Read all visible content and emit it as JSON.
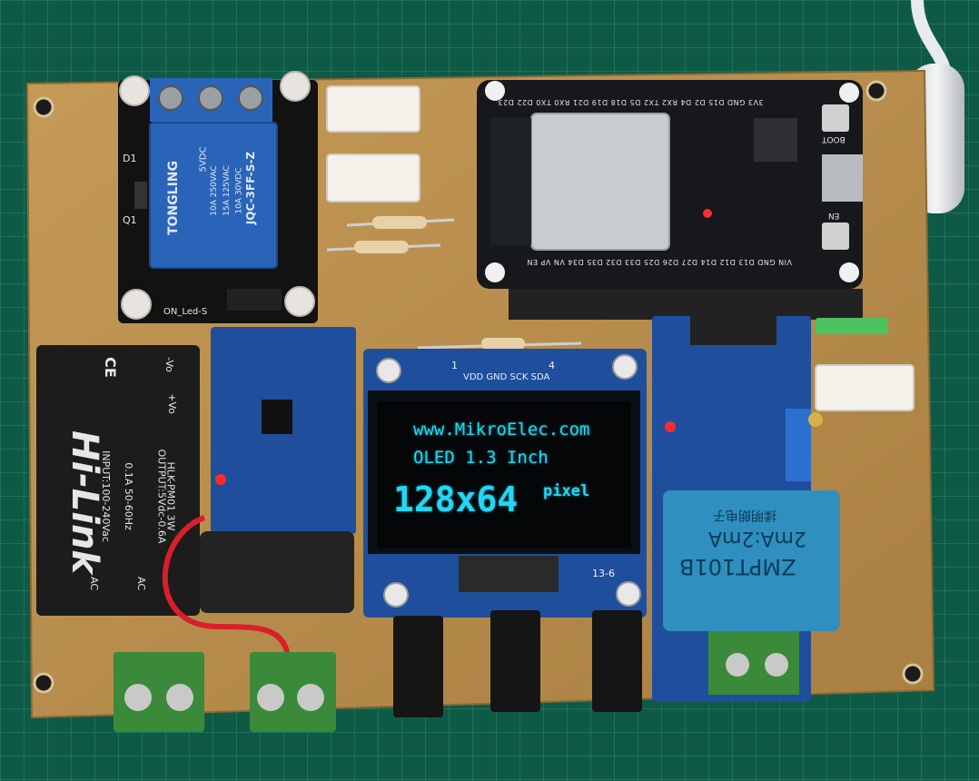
{
  "colors": {
    "mat": "#0f5a46",
    "board": "#b98f4e",
    "esp_board": "#16181b",
    "module_blue": "#1f4f9c",
    "relay_blue": "#2a64b8",
    "oled_text": "#22d7f2",
    "terminal_green": "#3a8a3a",
    "psu_black": "#1c1c1c",
    "transformer_blue": "#2f8fbf"
  },
  "oled": {
    "url": "www.MikroElec.com",
    "model": "OLED 1.3 Inch",
    "resolution": "128x64",
    "unit": "pixel",
    "pin_header": "VDD GND SCK SDA",
    "pin1": "1",
    "pin4": "4",
    "corner_code": "13-6"
  },
  "psu": {
    "brand": "Hi-Link",
    "ce": "CE",
    "input": "INPUT:100-240Vac",
    "input2": "0.1A 50-60Hz",
    "output": "OUTPUT:5Vdc-0.6A",
    "model": "HLK-PM01 3W",
    "vo_minus": "-Vo",
    "vo_plus": "+Vo",
    "ac1": "AC",
    "ac2": "AC"
  },
  "relay": {
    "brand": "TONGLING",
    "voltage": "5VDC",
    "rating1": "10A 250VAC",
    "rating2": "15A 125VAC",
    "rating3": "10A 30VDC",
    "part": "JQC-3FF-S-Z",
    "label_d1": "D1",
    "label_q1": "Q1",
    "led_label": "ON_Led-S"
  },
  "esp32": {
    "top_pins": "3V3 GND D15 D2 D4 RX2 TX2 D5 D18 D19 D21 RX0 TX0 D22 D23",
    "bottom_pins": "VIN GND D13 D12 D14 D27 D26 D25 D33 D32 D35 D34 VN VP EN",
    "boot": "BOOT",
    "en": "EN"
  },
  "transformer": {
    "model": "ZMPT101B",
    "ratio": "2mA:2mA",
    "maker": "揉明朗电子"
  }
}
